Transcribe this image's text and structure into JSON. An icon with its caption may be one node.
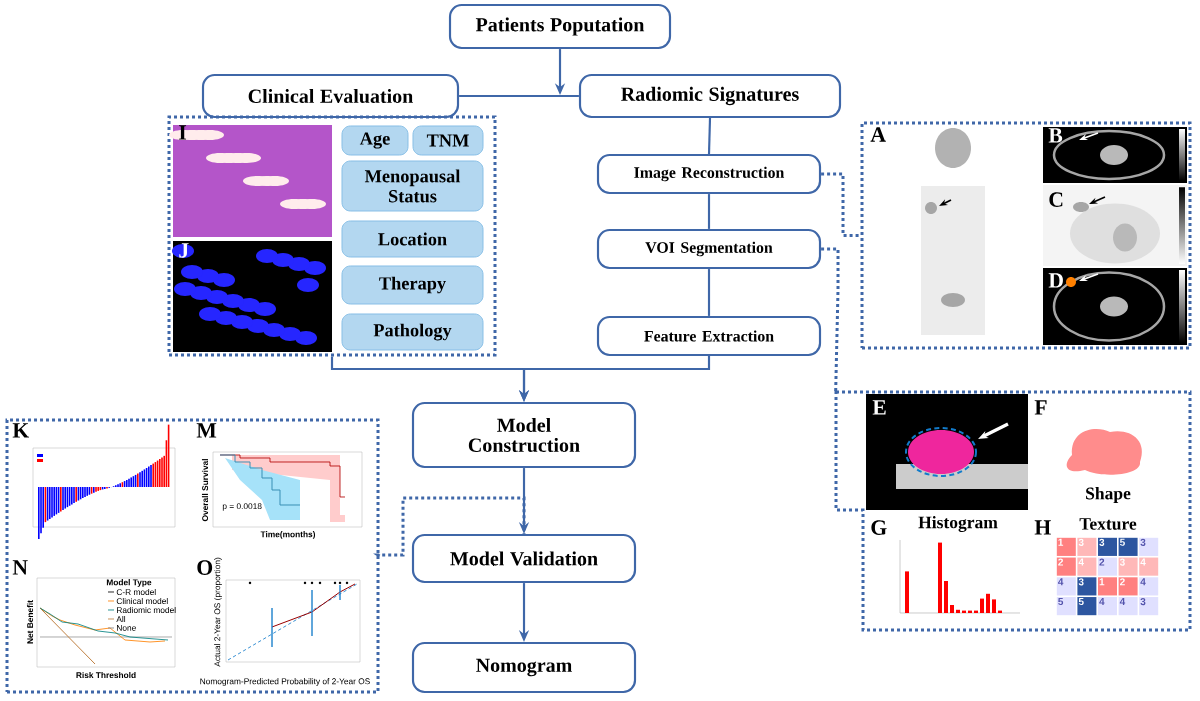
{
  "diagram": {
    "nodes": [
      {
        "text": [
          "Patients Poputation"
        ]
      },
      {
        "text": [
          "Clinical Evaluation"
        ]
      },
      {
        "text": [
          "Radiomic Signatures"
        ]
      },
      {
        "text": [],
        "shape": "box"
      },
      {
        "text": [],
        "shape": "picture",
        "in": 3
      },
      {
        "text": [],
        "shape": "picture",
        "in": 3
      },
      {
        "text": [
          "Age"
        ],
        "in": 3
      },
      {
        "text": [
          "TNM"
        ],
        "in": 3
      },
      {
        "text": [
          "Menopausal Status"
        ],
        "in": 3
      },
      {
        "text": [
          "Location"
        ],
        "in": 3
      },
      {
        "text": [
          "Therapy"
        ],
        "in": 3
      },
      {
        "text": [
          "Pathology"
        ],
        "in": 3
      },
      {
        "text": [
          "Image Reconstruction"
        ]
      },
      {
        "text": [
          "VOI Segmentation"
        ]
      },
      {
        "text": [
          "Feature Extraction"
        ]
      },
      {
        "text": [],
        "shape": "box"
      },
      {
        "text": [],
        "shape": "picture",
        "in": 15
      },
      {
        "text": [],
        "shape": "picture",
        "in": 15
      },
      {
        "text": [],
        "shape": "picture",
        "in": 15
      },
      {
        "text": [],
        "shape": "picture",
        "in": 15
      },
      {
        "text": [],
        "shape": "box"
      },
      {
        "text": [],
        "shape": "picture",
        "in": 20
      },
      {
        "text": [
          "Model Construction"
        ]
      },
      {
        "text": [
          "Model Validation"
        ]
      },
      {
        "text": [
          "Nomogram"
        ]
      },
      {
        "text": [],
        "shape": "box"
      }
    ],
    "edges": [
      {
        "from": 0,
        "to": null,
        "arrow": "to"
      },
      {
        "from": 1,
        "to": 2,
        "arrow": "none"
      },
      {
        "from": 2,
        "to": 12,
        "arrow": "none"
      },
      {
        "from": 12,
        "to": 13,
        "arrow": "none"
      },
      {
        "from": 13,
        "to": 14,
        "arrow": "none"
      },
      {
        "from": 3,
        "to": 22,
        "arrow": "to"
      },
      {
        "from": 14,
        "to": 22,
        "arrow": "to"
      },
      {
        "from": 22,
        "to": 23,
        "arrow": "to"
      },
      {
        "from": 23,
        "to": 24,
        "arrow": "to"
      },
      {
        "from": 12,
        "to": 15,
        "arrow": "none",
        "style": "dashed"
      },
      {
        "from": 13,
        "to": 20,
        "arrow": "none",
        "style": "dashed"
      },
      {
        "from": 25,
        "to": 23,
        "arrow": "none",
        "style": "dashed"
      }
    ],
    "labels": [
      "I",
      "J",
      "A",
      "B",
      "C",
      "D",
      "E",
      "F",
      "Shape",
      "G",
      "Histogram",
      "H",
      "Texture",
      "1",
      "3",
      "3",
      "5",
      "3",
      "2",
      "4",
      "2",
      "3",
      "4",
      "4",
      "3",
      "1",
      "2",
      "4",
      "5",
      "5",
      "4",
      "4",
      "3",
      "K",
      "M",
      "p = 0.0018",
      "Overall Survival",
      "Time(months)",
      "N",
      "Model Type",
      "C-R model",
      "Clinical model",
      "Radiomic model",
      "All",
      "None",
      "Net Benefit",
      "Risk Threshold",
      "O",
      "Actual 2-Year OS (proportion)",
      "Nomogram-Predicted Probability of 2-Year OS"
    ]
  }
}
